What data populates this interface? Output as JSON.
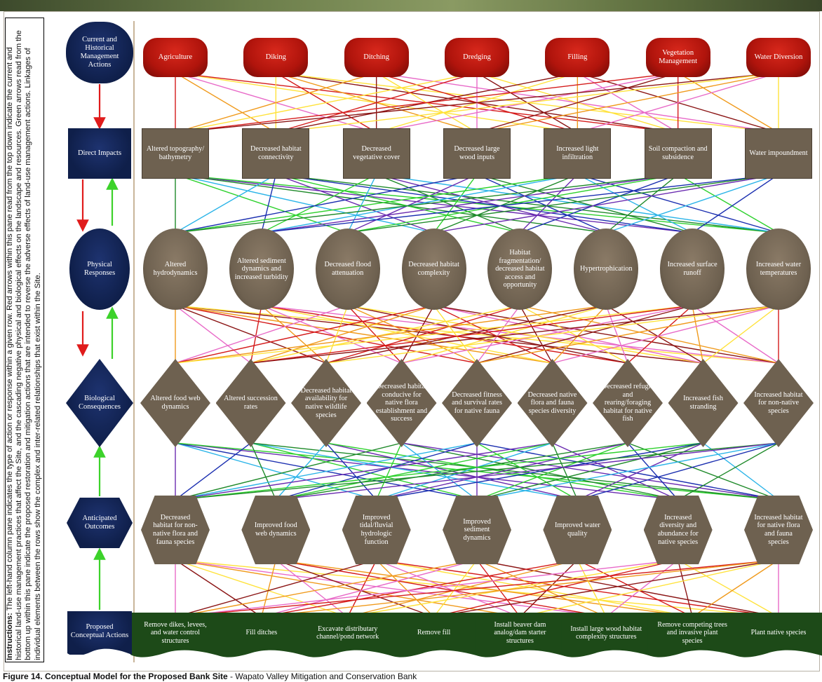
{
  "instructions": {
    "heading": "Instructions:",
    "body": "The left-hand column pane indicates the type of action or response within a given row. Red arrows within this pane read from the top down indicate the current and historical land-use management practices that affect the Site, and the cascading negative physical and biological effects on the landscape and resources. Green arrows read from the bottom up within this pane indicate the proposed restoration and mitigation actions that are intended to reverse the adverse effects of land-use management actions. Linkages of individual elements between the rows show the complex and inter-related relationships that exist within the Site."
  },
  "row_labels": [
    "Current and Historical Management Actions",
    "Direct Impacts",
    "Physical Responses",
    "Biological Consequences",
    "Anticipated Outcomes",
    "Proposed Conceptual Actions"
  ],
  "rows": {
    "management_actions": [
      "Agriculture",
      "Diking",
      "Ditching",
      "Dredging",
      "Filling",
      "Vegetation Management",
      "Water Diversion"
    ],
    "direct_impacts": [
      "Altered topography/ bathymetry",
      "Decreased habitat connectivity",
      "Decreased vegetative cover",
      "Decreased large wood inputs",
      "Increased light infiltration",
      "Soil compaction and subsidence",
      "Water impoundment"
    ],
    "physical_responses": [
      "Altered hydrodynamics",
      "Altered sediment dynamics and increased turbidity",
      "Decreased flood attenuation",
      "Decreased habitat complexity",
      "Habitat fragmentation/ decreased habitat access and opportunity",
      "Hypertrophication",
      "Increased surface runoff",
      "Increased water temperatures"
    ],
    "biological_consequences": [
      "Altered food web dynamics",
      "Altered succession rates",
      "Decreased habitat availability for native wildlife species",
      "Decreased habitat conducive for native flora establishment and success",
      "Decreased fitness and survival rates for native fauna",
      "Decreased native flora and fauna species diversity",
      "Decreased refugia and rearing/foraging habitat for native fish",
      "Increased fish stranding",
      "Increased habitat for non-native species"
    ],
    "anticipated_outcomes": [
      "Decreased habitat for non-native flora and fauna species",
      "Improved food web dynamics",
      "Improved tidal/fluvial hydrologic function",
      "Improved sediment dynamics",
      "Improved water quality",
      "Increased diversity and abundance for native species",
      "Increased habitat for native flora and fauna species"
    ],
    "conceptual_actions": [
      "Remove dikes, levees, and water control structures",
      "Fill ditches",
      "Excavate distributary channel/pond network",
      "Remove fill",
      "Install beaver dam analog/dam starter structures",
      "Install large wood habitat complexity structures",
      "Remove competing trees and invasive plant species",
      "Plant native species"
    ]
  },
  "caption": {
    "bold": "Figure 14.  Conceptual Model for the Proposed Bank Site",
    "rest": " - Wapato Valley Mitigation and Conservation Bank"
  },
  "colors": {
    "navy": "#0f1f4a",
    "red_node": "#b0140c",
    "brown_node": "#6e6150",
    "green_node": "#1d4a18",
    "arrow_red": "#e01b1b",
    "arrow_green": "#3cd22a",
    "line_palette": [
      "#d41a1a",
      "#8b1515",
      "#f09a1c",
      "#ffe23a",
      "#e86ac8",
      "#2dd12d",
      "#1f8a2a",
      "#2bb4e8",
      "#6a2bb0",
      "#1b2fb0"
    ]
  }
}
